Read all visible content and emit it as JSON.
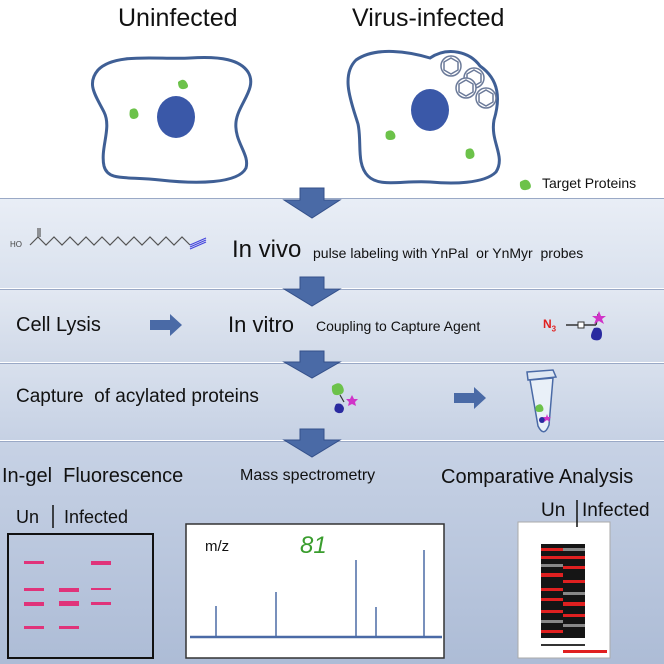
{
  "cells": {
    "uninfected_label": "Uninfected",
    "infected_label": "Virus-infected",
    "faint_text": "Target Pro",
    "legend_label": "Target Proteins"
  },
  "step1": {
    "in_vivo_label": "In vivo",
    "in_vivo_desc": "pulse labeling with YnPal  or YnMyr  probes",
    "molecule_label": "HO"
  },
  "step2": {
    "cell_lysis_label": "Cell Lysis",
    "in_vitro_label": "In vitro",
    "in_vitro_desc": "Coupling to Capture Agent",
    "azide_label": "N",
    "azide_sub": "3"
  },
  "step3": {
    "capture_label": "Capture  of acylated proteins"
  },
  "step4": {
    "fluorescence_label": "In-gel  Fluorescence",
    "mass_spec_label": "Mass spectrometry",
    "comparative_label": "Comparative Analysis",
    "gel_un_label": "Un",
    "gel_infected_label": "Infected",
    "ms_axis_label": "m/z",
    "ms_note": "81",
    "heat_un_label": "Un",
    "heat_infected_label": "Infected"
  },
  "colors": {
    "band_light": "#dfe6f1",
    "band_mid": "#c9d4e6",
    "band_dark": "#b6c3db",
    "arrow": "#4a6aa6",
    "cell_outline": "#3f5f95",
    "nucleus": "#3a58a8",
    "protein_green": "#6cc24a",
    "gel_band": "#e0337a",
    "heat_red": "#e02020"
  },
  "icons": [
    "arrow-down-icon",
    "arrow-right-icon",
    "virus-icon",
    "protein-icon",
    "tube-icon",
    "star-icon"
  ]
}
